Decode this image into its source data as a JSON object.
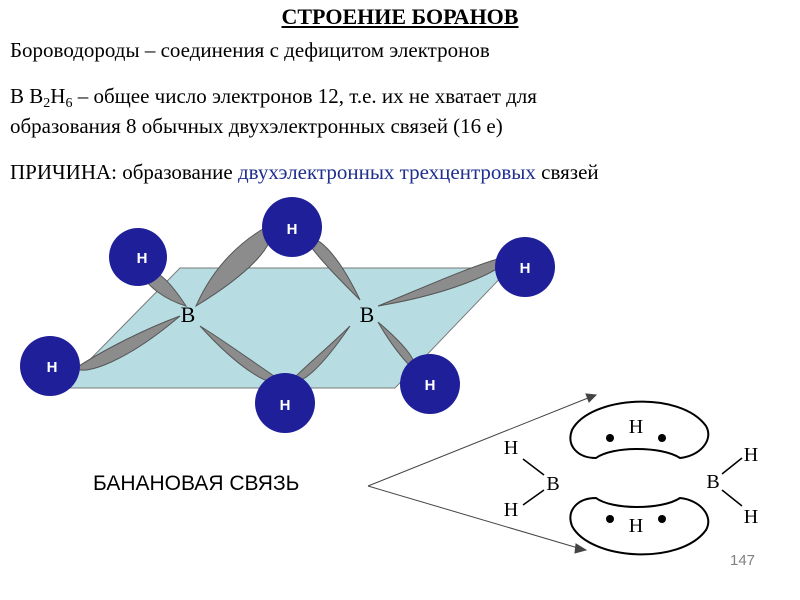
{
  "title": "СТРОЕНИЕ БОРАНОВ",
  "line1": "Бороводороды – соединения с дефицитом электронов",
  "line2": {
    "prefix": "В B",
    "sub1": "2",
    "mid": "H",
    "sub2": "6",
    "suffix": " – общее число электронов 12, т.е. их не хватает для"
  },
  "line3": "образования 8 обычных двухэлектронных связей (16 е)",
  "line4": {
    "prefix": "ПРИЧИНА: образование ",
    "highlight": "двухэлектронных трехцентровых",
    "suffix": " связей"
  },
  "diagram3d": {
    "boron_label": "B",
    "hydrogen_label": "H"
  },
  "banana_label": "БАНАНОВАЯ СВЯЗЬ",
  "diagram2d": {
    "boron_label": "B",
    "hydrogen_label": "H"
  },
  "page_number": "147",
  "colors": {
    "plane_fill": "#b7dde2",
    "hydrogen_fill": "#1f1f9a",
    "lobe_fill": "#8c8c8c",
    "accent_text": "#1f2f8f"
  }
}
